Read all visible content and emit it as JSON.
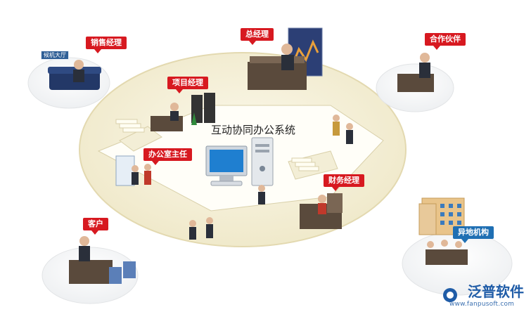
{
  "center": {
    "title": "互动协同办公系统"
  },
  "roles": {
    "sales_manager": "销售经理",
    "general_manager": "总经理",
    "partner": "合作伙伴",
    "project_manager": "项目经理",
    "office_director": "办公室主任",
    "finance_manager": "财务经理",
    "customer": "客户",
    "branch": "异地机构"
  },
  "sign": {
    "waiting_hall": "候机大厅"
  },
  "brand": {
    "name": "泛普软件",
    "url": "www.fanpusoft.com"
  },
  "colors": {
    "tag_red": "#d71920",
    "tag_blue": "#1f6fb3",
    "platform": "#f7f2dc",
    "brand_blue": "#1f5ca7"
  }
}
